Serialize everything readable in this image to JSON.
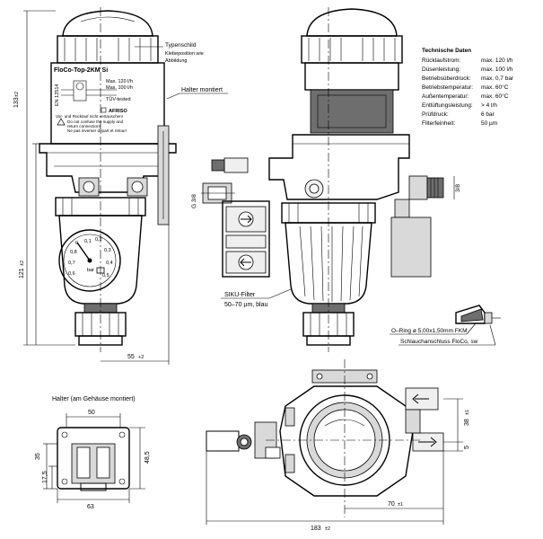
{
  "front_view": {
    "label_product": "FloCo-Top-2KM Si",
    "label_model_line1": "Max. 120 l/h",
    "label_model_line2": "Max. 100 l/h",
    "label_tuv": "TÜV-tested",
    "label_brand": "AFRISO",
    "label_warning_line1": "Vor- und Rücklauf nicht vertauschen!",
    "label_warning_line2": "Do not confuse the supply and",
    "label_warning_line3": "return connection!",
    "label_warning_line4": "Ne pas inverser départ et retour!",
    "callout_typeplate": "Typenschild",
    "callout_typeplate_sub1": "Klebeposition wie",
    "callout_typeplate_sub2": "Abbildung",
    "callout_bracket": "Halter montiert",
    "dim_height_total": "133",
    "dim_height_total_tol": "±2",
    "dim_height_lower": "121",
    "dim_height_lower_tol": "±2",
    "dim_depth": "55",
    "dim_depth_tol": "+2"
  },
  "gauge": {
    "unit": "bar",
    "ticks": [
      "0,1",
      "0,2",
      "0,3",
      "0,4",
      "0,5",
      "0,6",
      "0,7",
      "0,8",
      "0"
    ],
    "center_label": "bar"
  },
  "side_view": {
    "thread_label": "G 3/8",
    "dim_right_label": "3/8",
    "filter_callout_line1": "SIKU-Filter",
    "filter_callout_line2": "50–70 µm, blau",
    "oring_label": "O–Ring  ø 5,00x1,50mm FKM",
    "hose_label": "Schlauchanschluss FloCo, sw"
  },
  "tech_data": {
    "title": "Technische Daten",
    "rows": [
      {
        "name": "Rücklaufstrom:",
        "value": "max. 120 l/h"
      },
      {
        "name": "Düsenleistung:",
        "value": "max. 100 l/h"
      },
      {
        "name": "Betriebsüberdruck:",
        "value": "max. 0,7 bar"
      },
      {
        "name": "Betriebstemperatur:",
        "value": "max. 60°C"
      },
      {
        "name": "Außentemperatur:",
        "value": "max. 60°C"
      },
      {
        "name": "Entlüftungsleistung:",
        "value": "> 4 l/h"
      },
      {
        "name": "Prüfdruck:",
        "value": "6 bar"
      },
      {
        "name": "Filterfeinheit:",
        "value": "50 µm"
      }
    ]
  },
  "bracket_view": {
    "title": "Halter (am Gehäuse montiert)",
    "dim_width_top": "50",
    "dim_height_right": "48,5",
    "dim_left_upper": "35",
    "dim_left_lower": "17,5",
    "dim_width_bottom": "63"
  },
  "top_view": {
    "dim_right_upper": "38",
    "dim_right_upper_tol": "±1",
    "dim_right_lower": "5",
    "dim_center_offset": "70",
    "dim_center_offset_tol": "±1",
    "dim_total_width": "183",
    "dim_total_width_tol": "±2"
  }
}
